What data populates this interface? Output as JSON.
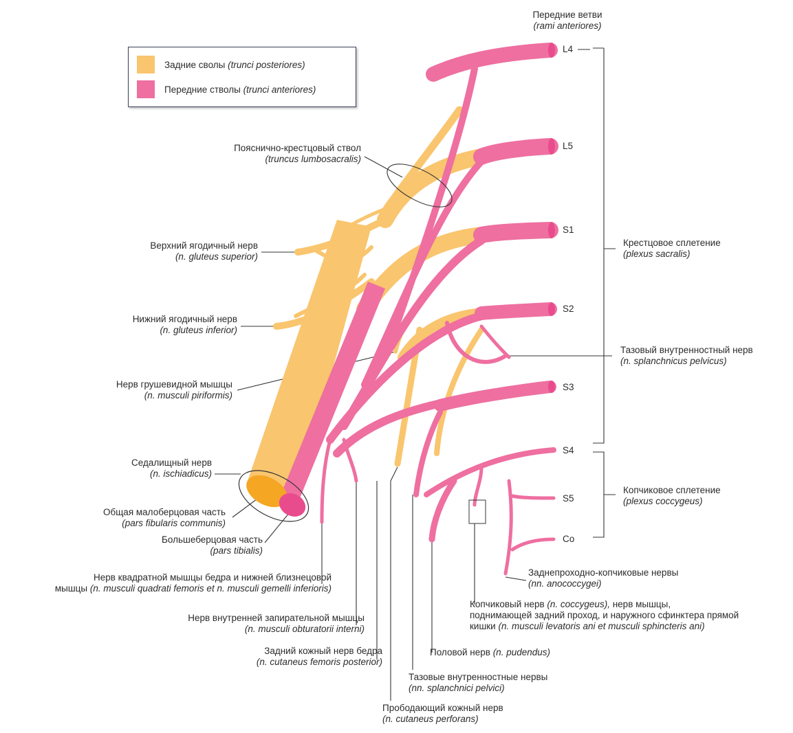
{
  "colors": {
    "posterior": "#F9C56E",
    "anterior": "#EE6FA0",
    "posterior_stroke": "#E5A640",
    "anterior_stroke": "#D24D80",
    "line": "#333333",
    "legend_border": "#3a3f5a"
  },
  "legend": [
    {
      "main": "Задние сволы",
      "latin": "(trunci posteriores)"
    },
    {
      "main": "Передние стволы",
      "latin": "(trunci anteriores)"
    }
  ],
  "roots": [
    "L4",
    "L5",
    "S1",
    "S2",
    "S3",
    "S4",
    "S5",
    "Co"
  ],
  "labels": {
    "rami": {
      "main": "Передние ветви",
      "latin": "(rami anteriores)"
    },
    "lumbosacral": {
      "main": "Пояснично-крестцовый ствол",
      "latin": "(truncus lumbosacralis)"
    },
    "glut_sup": {
      "main": "Верхний ягодичный нерв",
      "latin": "(n. gluteus superior)"
    },
    "glut_inf": {
      "main": "Нижний ягодичный нерв",
      "latin": "(n. gluteus inferior)"
    },
    "piriformis": {
      "main": "Нерв грушевидной мышцы",
      "latin": "(n. musculi piriformis)"
    },
    "ischiadicus": {
      "main": "Седалищный нерв",
      "latin": "(n. ischiadicus)"
    },
    "fibularis": {
      "main": "Общая малоберцовая часть",
      "latin": "(pars fibularis communis)"
    },
    "tibialis": {
      "main": "Большеберцовая часть",
      "latin": "(pars tibialis)"
    },
    "quadratus": {
      "main": "Нерв квадратной мышцы бедра и нижней близнецовой",
      "latin_prefix": "мышцы",
      "latin": "(n. musculi quadrati femoris et n. musculi gemelli inferioris)"
    },
    "obturator": {
      "main": "Нерв внутренней запирательной мышцы",
      "latin": "(n. musculi obturatorii interni)"
    },
    "cut_fem": {
      "main": "Задний кожный нерв бедра",
      "latin": "(n. cutaneus femoris posterior)"
    },
    "perforans": {
      "main": "Прободающий кожный нерв",
      "latin": "(n. cutaneus perforans)"
    },
    "splanch_pl": {
      "main": "Тазовые внутренностные нервы",
      "latin": "(nn. splanchnici pelvici)"
    },
    "pudendus": {
      "main": "Половой нерв",
      "latin": "(n. pudendus)"
    },
    "coccygeus": {
      "line1": "Копчиковый нерв",
      "line1_latin": "(n. coccygeus),",
      "line1_rest": "нерв мышцы,",
      "line2": "поднимающей задний проход, и наружного сфинктера прямой",
      "line3": "кишки",
      "line3_latin": "(n. musculi levatoris ani et musculi sphincteris ani)"
    },
    "anococcygei": {
      "main": "Заднепроходно-копчиковые нервы",
      "latin": "(nn. anococcygei)"
    },
    "splanch_sg": {
      "main": "Тазовый внутренностный нерв",
      "latin": "(n. splanchnicus pelvicus)"
    },
    "sacralis": {
      "main": "Крестцовое сплетение",
      "latin": "(plexus sacralis)"
    },
    "coccygeus_pl": {
      "main": "Копчиковое сплетение",
      "latin": "(plexus coccygeus)"
    }
  }
}
